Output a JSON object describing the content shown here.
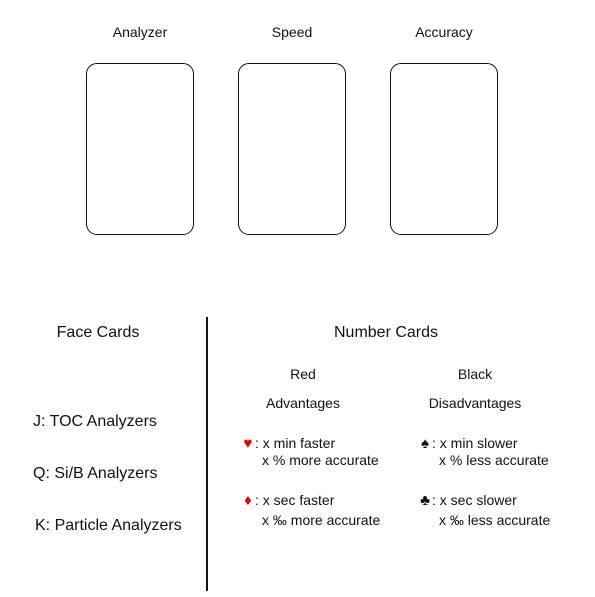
{
  "cards": [
    {
      "title": "Analyzer"
    },
    {
      "title": "Speed"
    },
    {
      "title": "Accuracy"
    }
  ],
  "face_cards": {
    "heading": "Face Cards",
    "items": [
      "J: TOC Analyzers",
      "Q: Si/B Analyzers",
      "K: Particle Analyzers"
    ]
  },
  "number_cards": {
    "heading": "Number Cards",
    "red": {
      "label": "Red",
      "sub_label": "Advantages",
      "color": "#e00000",
      "entries": [
        {
          "suit_icon": "heart-icon",
          "glyph": "♥",
          "line1": ": x min faster",
          "line2": "x % more accurate"
        },
        {
          "suit_icon": "diamond-icon",
          "glyph": "♦",
          "line1": ": x sec faster",
          "line2": "x ‰ more accurate"
        }
      ]
    },
    "black": {
      "label": "Black",
      "sub_label": "Disadvantages",
      "color": "#111111",
      "entries": [
        {
          "suit_icon": "spade-icon",
          "glyph": "♠",
          "line1": ": x min slower",
          "line2": "x % less accurate"
        },
        {
          "suit_icon": "club-icon",
          "glyph": "♣",
          "line1": ": x sec slower",
          "line2": "x ‰ less accurate"
        }
      ]
    }
  }
}
